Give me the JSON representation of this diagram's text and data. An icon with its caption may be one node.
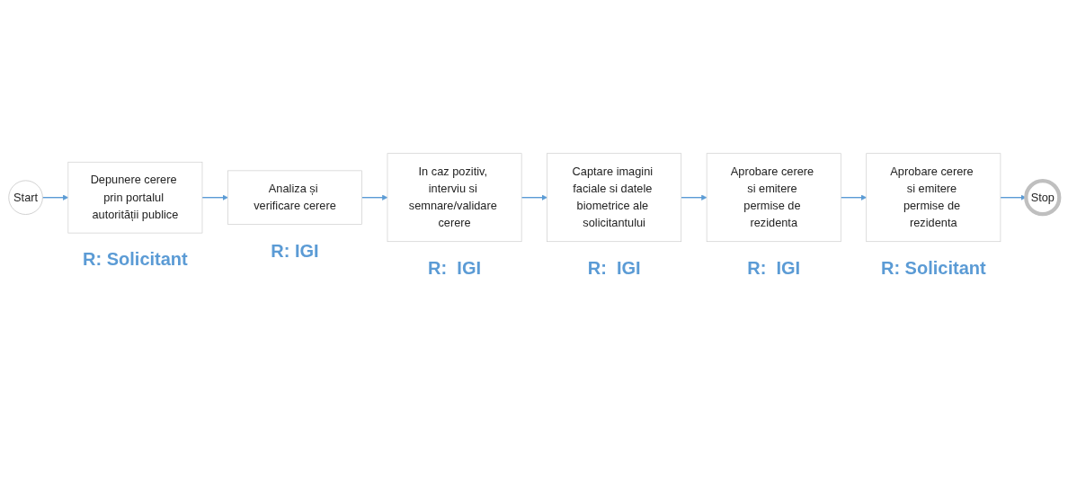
{
  "diagram": {
    "nodes": [
      {
        "text": [
          "Start"
        ]
      },
      {
        "text": [
          "Depunere cerere prin portalul autorității publice"
        ],
        "beside": [
          "R: Solicitant"
        ]
      },
      {
        "text": [
          "Analiza și verificare cerere"
        ],
        "beside": [
          "R: IGI"
        ]
      },
      {
        "text": [
          "In caz pozitiv, interviu si semnare/validare cerere"
        ],
        "beside": [
          "R:  IGI"
        ]
      },
      {
        "text": [
          "Captare imagini faciale si datele biometrice ale solicitantului"
        ],
        "beside": [
          "R:  IGI"
        ]
      },
      {
        "text": [
          "Aprobare cerere si emitere permise de rezidenta"
        ],
        "beside": [
          "R:  IGI"
        ]
      },
      {
        "text": [
          "Aprobare cerere si emitere permise de rezidenta"
        ],
        "beside": [
          "R: Solicitant"
        ]
      },
      {
        "text": [
          "Stop"
        ]
      }
    ],
    "edges": [
      {
        "from": 0,
        "to": 1,
        "arrow": "to"
      },
      {
        "from": 1,
        "to": 2,
        "arrow": "to"
      },
      {
        "from": 2,
        "to": 3,
        "arrow": "to"
      },
      {
        "from": 3,
        "to": 4,
        "arrow": "to"
      },
      {
        "from": 4,
        "to": 5,
        "arrow": "to"
      },
      {
        "from": 5,
        "to": 6,
        "arrow": "to"
      },
      {
        "from": 6,
        "to": 7,
        "arrow": "to"
      }
    ]
  }
}
